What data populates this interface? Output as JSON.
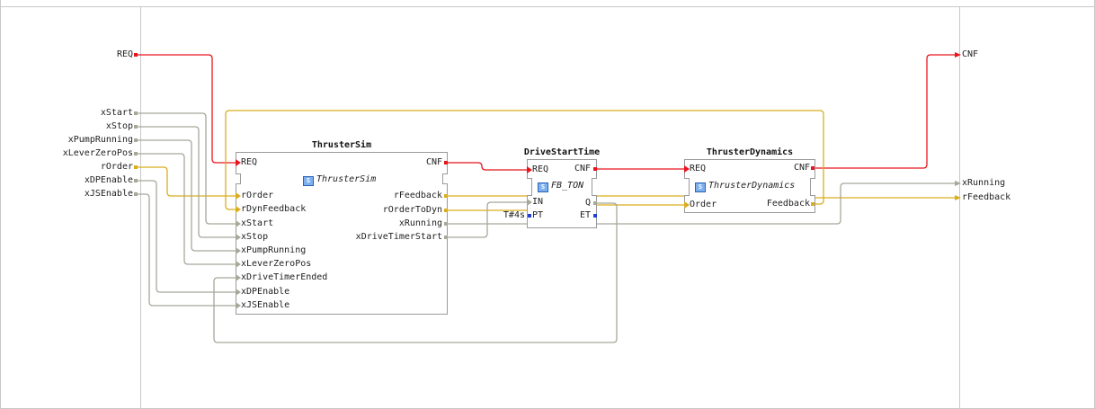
{
  "interface_inputs": {
    "events": [
      "REQ"
    ],
    "data": [
      "xStart",
      "xStop",
      "xPumpRunning",
      "xLeverZeroPos",
      "rOrder",
      "xDPEnable",
      "xJSEnable"
    ]
  },
  "interface_outputs": {
    "events": [
      "CNF"
    ],
    "data": [
      "xRunning",
      "rFeedback"
    ]
  },
  "blocks": {
    "thrustersim": {
      "instance_name": "ThrusterSim",
      "type_name": "ThrusterSim",
      "event_in": "REQ",
      "event_out": "CNF",
      "inputs": [
        "rOrder",
        "rDynFeedback",
        "xStart",
        "xStop",
        "xPumpRunning",
        "xLeverZeroPos",
        "xDriveTimerEnded",
        "xDPEnable",
        "xJSEnable"
      ],
      "outputs": [
        "rFeedback",
        "rOrderToDyn",
        "xRunning",
        "xDriveTimerStart"
      ]
    },
    "drivestarttime": {
      "instance_name": "DriveStartTime",
      "type_name": "FB_TON",
      "event_in": "REQ",
      "event_out": "CNF",
      "inputs": [
        "IN",
        "PT"
      ],
      "outputs": [
        "Q",
        "ET"
      ],
      "pt_constant": "T#4s"
    },
    "thrusterdynamics": {
      "instance_name": "ThrusterDynamics",
      "type_name": "ThrusterDynamics",
      "event_in": "REQ",
      "event_out": "CNF",
      "inputs": [
        "Order"
      ],
      "outputs": [
        "Feedback"
      ]
    }
  },
  "colors": {
    "event": "#e8141c",
    "real": "#d9ad1f",
    "bool": "#a6a89a",
    "time": "#1f3fd6",
    "block_border": "#9a9a9a"
  }
}
